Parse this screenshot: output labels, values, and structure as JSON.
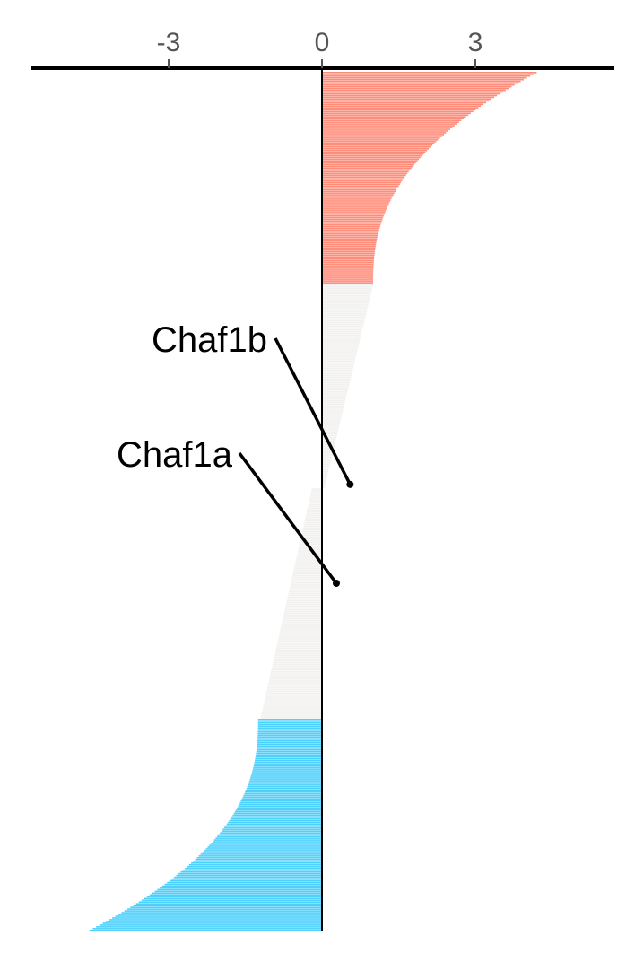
{
  "chart_data": {
    "type": "bar",
    "orientation": "horizontal",
    "title": "",
    "xlabel": "",
    "ylabel": "",
    "xlim": [
      -5.7,
      5.7
    ],
    "x_ticks": [
      -3,
      0,
      3
    ],
    "x_tick_labels": [
      "-3",
      "0",
      "3"
    ],
    "axis_position": "top",
    "grid": false,
    "legend": "none",
    "colors": {
      "up": "#FF8C79",
      "neutral": "#F2F1EF",
      "down": "#4DD0FB",
      "axis": "#000000",
      "tick_text": "#555555"
    },
    "segments": [
      {
        "group": "up",
        "count": 120,
        "start": 4.2,
        "end": 1.0
      },
      {
        "group": "neutral",
        "count": 115,
        "start": 1.0,
        "end": 0.05
      },
      {
        "group": "neutral",
        "count": 130,
        "start": -0.2,
        "end": -1.2
      },
      {
        "group": "down",
        "count": 120,
        "start": -1.25,
        "end": -4.55
      }
    ],
    "annotations": [
      {
        "label": "Chaf1b",
        "x": 0.55,
        "rank_fraction": 0.48
      },
      {
        "label": "Chaf1a",
        "x": 0.28,
        "rank_fraction": 0.595
      }
    ]
  }
}
